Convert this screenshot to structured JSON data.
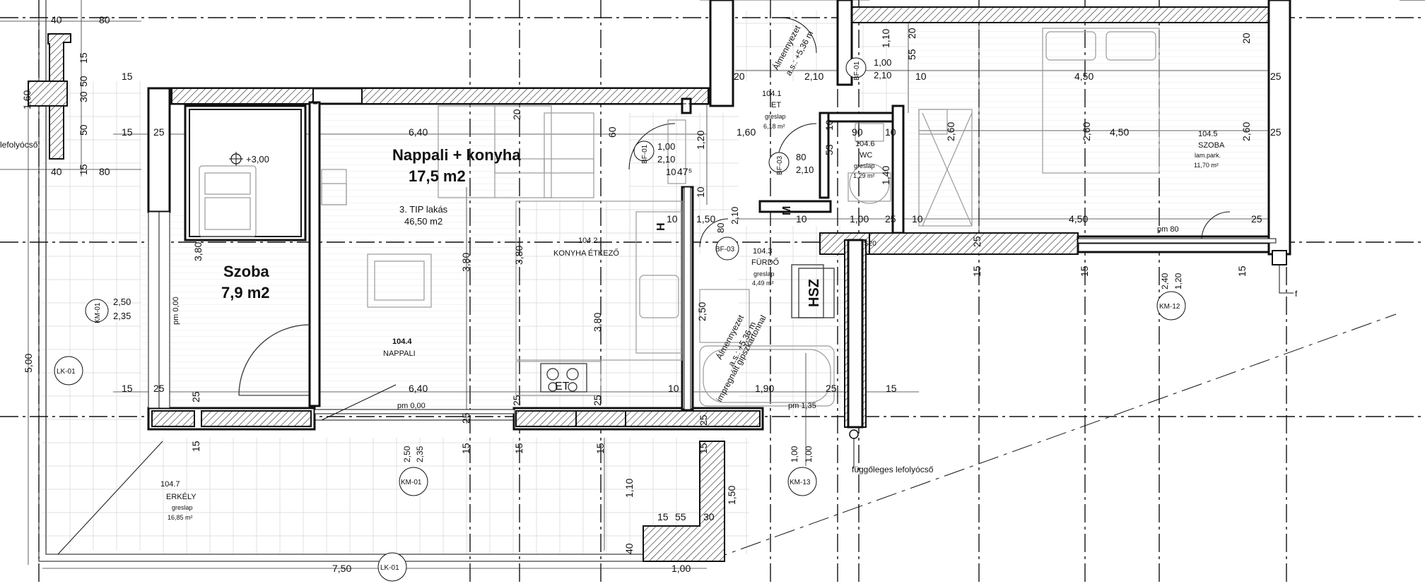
{
  "plan": {
    "rooms": {
      "living_kitchen": {
        "title": "Nappali + konyha",
        "area": "17,5 m2"
      },
      "bedroom_small": {
        "title": "Szoba",
        "area": "7,9 m2"
      },
      "apartment": {
        "type": "3. TIP lakás",
        "area": "46,50 m2"
      },
      "r1044": {
        "code": "104.4",
        "name": "NAPPALI"
      },
      "r1042": {
        "code": "104.2",
        "name": "KONYHA ÉTKEZŐ"
      },
      "r1041": {
        "code": "104.1",
        "name": "ET",
        "floor": "greslap",
        "area": "6,18 m²"
      },
      "r1043": {
        "code": "104.3",
        "name": "FÜRDŐ",
        "floor": "greslap",
        "area": "4,49 m²"
      },
      "r1045": {
        "code": "104.5",
        "name": "SZOBA",
        "floor": "lam.park.",
        "area": "11,70 m²"
      },
      "r1046": {
        "code": "104.6",
        "name": "WC",
        "floor": "greslap",
        "area": "1,29 m²"
      },
      "r1047": {
        "code": "104.7",
        "name": "ERKÉLY",
        "floor": "greslap",
        "area": "16,85 m²"
      }
    },
    "annotations": {
      "ceiling_1": "Álmennyezet",
      "ceiling_1b": "a.s.: +5,36 m",
      "ceiling_2": "Álmennyezet",
      "ceiling_2b": "a.s.: +5,36 m",
      "ceiling_2c": "impregnált gipszkartonnal",
      "downpipe": "függőleges lefolyócső",
      "downpipe_left": "lefolyócső",
      "level_mark": "+3,00",
      "hsz": "HSZ",
      "h_mark": "H",
      "m_mark": "M",
      "et_mark": "ET",
      "s20": "S20",
      "pm000a": "pm 0,00",
      "pm000b": "pm 0,00",
      "pm135": "pm 1,35",
      "pm80": "pm 80",
      "f_mark": "f"
    },
    "tags": {
      "km01a": "KM-01",
      "km01b": "KM-01",
      "lk01a": "LK-01",
      "lk01b": "LK-01",
      "km12": "KM-12",
      "km13": "KM-13",
      "bf01a": "BF-01",
      "bf01b": "BF-01",
      "bf03a": "BF-03",
      "bf03b": "BF-03"
    },
    "dims": {
      "d40a": "40",
      "d80a": "80",
      "d15a": "15",
      "d50a": "50",
      "d30a": "30",
      "d160": "1,60",
      "d50b": "50",
      "d15b": "15",
      "d40b": "40",
      "d80b": "80",
      "d15c": "15",
      "d25a": "25",
      "d640a": "6,40",
      "d20a": "20",
      "d60": "60",
      "d100a": "1,00",
      "d210a": "2,10",
      "d10a": "10",
      "d120a": "1,20",
      "d160b": "1,60",
      "d475": "47⁵",
      "d10b": "10",
      "d20b": "20",
      "d210b": "2,10",
      "d110": "1,10",
      "d55": "55",
      "d20c": "20",
      "d100b": "1,00",
      "d210c": "2,10",
      "d10c": "10",
      "d450a": "4,50",
      "d20d": "20",
      "d25b": "25",
      "d450b": "4,50",
      "d260a": "2,60",
      "d260b": "2,60",
      "d260c": "2,60",
      "d25c": "25",
      "d80c": "80",
      "d210d": "2,10",
      "d10d": "10",
      "d90": "90",
      "d53": "53",
      "d140": "1,40",
      "d10e": "10",
      "d10f": "10",
      "d10g": "10",
      "d150": "1,50",
      "d80d": "80",
      "d210e": "2,10",
      "d100c": "1,00",
      "d25d": "25",
      "d10h": "10",
      "d450c": "4,50",
      "d25e": "25",
      "d380a": "3,80",
      "d380b": "3,80",
      "d380c": "3,80",
      "d380d": "3,80",
      "d250a": "2,50",
      "d235a": "2,35",
      "d500": "5,00",
      "d15d": "15",
      "d25f": "25",
      "d25g": "25",
      "d640b": "6,40",
      "d25h": "25",
      "d25i": "25",
      "d10i": "10",
      "d190": "1,90",
      "d25j": "25",
      "d15e": "15",
      "d250b": "2,50",
      "d235b": "2,35",
      "d15f": "15",
      "d25k": "25",
      "d15g": "15",
      "d15h": "15",
      "d25l": "25",
      "d15i": "15",
      "d110b": "1,10",
      "d150b": "1,50",
      "d15j": "15",
      "d55b": "55",
      "d30b": "30",
      "d40c": "40",
      "d100d": "1,00",
      "d100e": "1,00",
      "d750": "7,50",
      "d100f": "1,00",
      "d15k": "15",
      "d15l": "15",
      "d15m": "15",
      "d15n": "15",
      "d240": "2,40",
      "d120b": "1,20",
      "d250c": "2,50",
      "d25m": "25",
      "d15o": "15"
    }
  }
}
